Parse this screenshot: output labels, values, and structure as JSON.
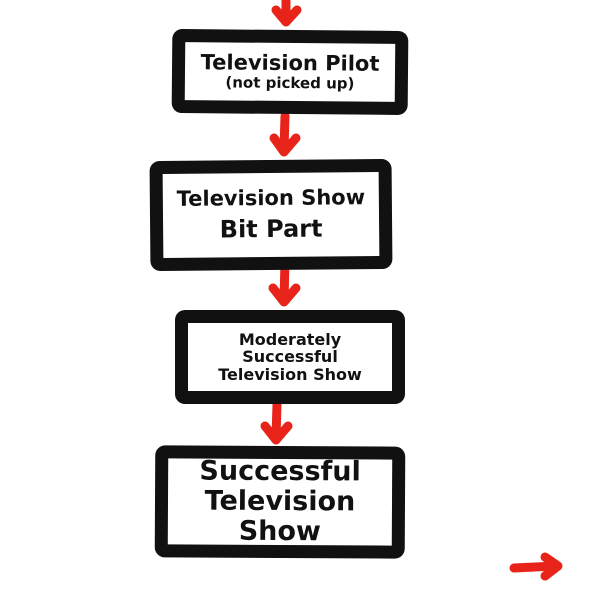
{
  "colors": {
    "arrow": "#e8241a",
    "border": "#111111"
  },
  "nodes": [
    {
      "lines": [
        "Television Pilot",
        "(not picked up)"
      ]
    },
    {
      "lines": [
        "Television Show",
        "Bit Part"
      ]
    },
    {
      "lines": [
        "Moderately",
        "Successful",
        "Television Show"
      ]
    },
    {
      "lines": [
        "Successful",
        "Television Show"
      ]
    }
  ]
}
